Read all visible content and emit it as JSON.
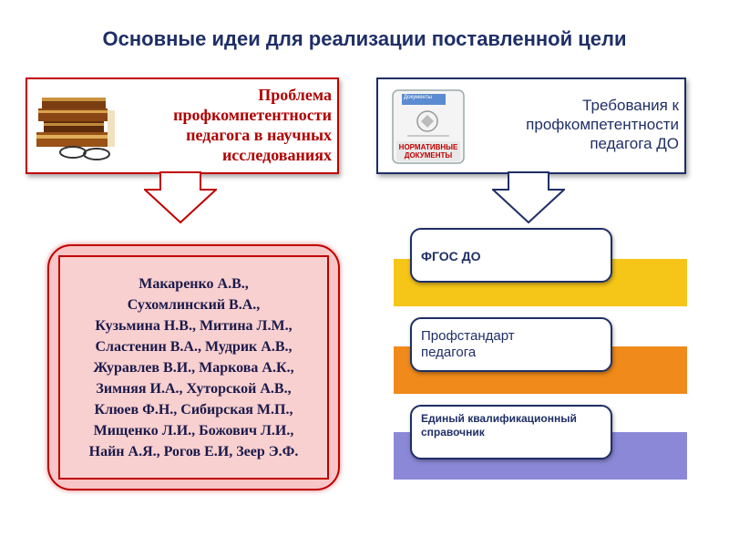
{
  "title": "Основные идеи для реализации поставленной цели",
  "left_box": {
    "text_lines": [
      "Проблема",
      "профкомпетентности",
      "педагога в научных",
      "исследованиях"
    ]
  },
  "right_box": {
    "icon_label_top": "Документы",
    "icon_label": "НОРМАТИВНЫЕ ДОКУМЕНТЫ",
    "text_lines": [
      "Требования к",
      "профкомпетентности",
      "педагога ДО"
    ]
  },
  "authors": {
    "lines": [
      "Макаренко А.В.,",
      "Сухомлинский В.А.,",
      "Кузьмина Н.В., Митина Л.М.,",
      "Сластенин  В.А., Мудрик А.В.,",
      "Журавлев В.И., Маркова А.К.,",
      "Зимняя И.А., Хуторской А.В.,",
      "Клюев Ф.Н., Сибирская М.П.,",
      "Мищенко Л.И., Божович Л.И.,",
      "Найн А.Я., Рогов Е.И, Зеер Э.Ф."
    ]
  },
  "requirements": [
    {
      "label": "ФГОС ДО",
      "bar_color": "#f5c518"
    },
    {
      "label": "Профстандарт педагога",
      "bar_color": "#f08a1a"
    },
    {
      "label": "Единый квалификационный справочник",
      "bar_color": "#8b88d8"
    }
  ],
  "colors": {
    "accent_red": "#c00000",
    "accent_navy": "#1f2f66"
  }
}
